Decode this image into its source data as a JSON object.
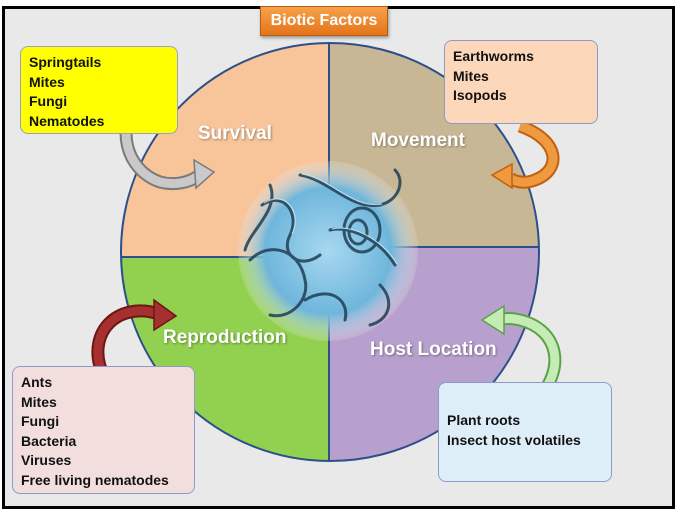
{
  "title": "Biotic Factors",
  "quadrants": {
    "survival": "Survival",
    "movement": "Movement",
    "reproduction": "Reproduction",
    "host_location": "Host Location"
  },
  "boxes": {
    "survival": [
      "Springtails",
      "Mites",
      "Fungi",
      "Nematodes"
    ],
    "movement": [
      "Earthworms",
      "Mites",
      "Isopods"
    ],
    "reproduction": [
      "Ants",
      "Mites",
      "Fungi",
      "Bacteria",
      "Viruses",
      "Free living nematodes"
    ],
    "host_location": [
      "Plant roots",
      "Insect host volatiles"
    ]
  },
  "colors": {
    "survival": "#f8c49a",
    "movement": "#c8b794",
    "reproduction": "#92d050",
    "host_location": "#b7a0cd",
    "arrow_survival": "#a0a0a0",
    "arrow_movement": "#ed8a30",
    "arrow_reproduction": "#9b2b2b",
    "arrow_host_location": "#9ed88a"
  },
  "center_image": "nematodes-microscope-image"
}
